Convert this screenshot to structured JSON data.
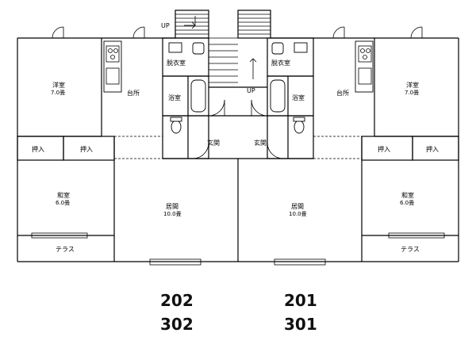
{
  "stairs": {
    "up_top": "UP",
    "up_mid": "UP"
  },
  "rooms": {
    "yoshitsu_name": "洋室",
    "yoshitsu_size": "7.0畳",
    "kitchen": "台所",
    "dressing": "脱衣室",
    "bath": "浴室",
    "entrance": "玄関",
    "closet": "押入",
    "washitsu_name": "和室",
    "washitsu_size": "6.0畳",
    "living_name": "居間",
    "living_size": "10.0畳",
    "terrace": "テラス"
  },
  "units": {
    "left_top": "202",
    "left_bottom": "302",
    "right_top": "201",
    "right_bottom": "301"
  }
}
